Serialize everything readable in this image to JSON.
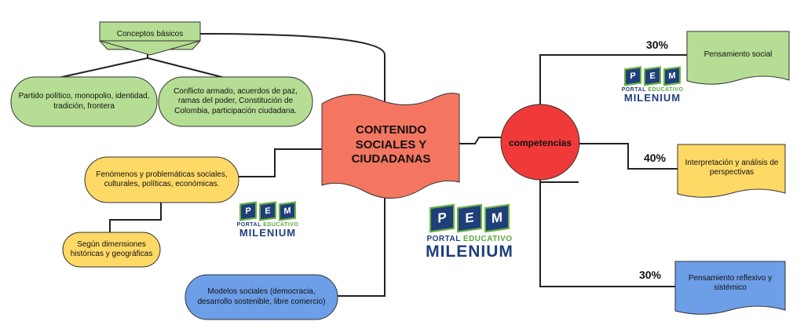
{
  "central": {
    "title": "CONTENIDO SOCIALES Y CIUDADANAS"
  },
  "competencias": {
    "label": "competencias"
  },
  "left": {
    "conceptos_basicos": "Conceptos básicos",
    "partido": "Partido político, monopolio, identidad, tradición, frontera",
    "conflicto": "Conflicto armado, acuerdos de paz, ramas del poder, Constitución de Colombia, participación ciudadana.",
    "fenomenos": "Fenómenos y problemáticas sociales, culturales, políticas, económicas.",
    "segun": "Según dimensiones históricas y geográficas",
    "modelos": "Modelos sociales (democracia, desarrollo sostenible, libre comercio)"
  },
  "right": {
    "pensamiento_social": {
      "label": "Pensamiento social",
      "percent": "30%"
    },
    "interpretacion": {
      "label": "Interpretación y análisis de perspectivas",
      "percent": "40%"
    },
    "reflexivo": {
      "label": "Pensamiento reflexivo y sistémico",
      "percent": "30%"
    }
  },
  "logo": {
    "letters": [
      "P",
      "E",
      "M"
    ],
    "portal": "PORTAL",
    "educativo": "EDUCATIVO",
    "milenium": "MILENIUM"
  },
  "colors": {
    "green": "#b5de94",
    "yellow": "#ffd966",
    "blue": "#6d9ee8",
    "salmon": "#f47661",
    "red": "#f03a3a",
    "navy": "#1f3f7a"
  }
}
